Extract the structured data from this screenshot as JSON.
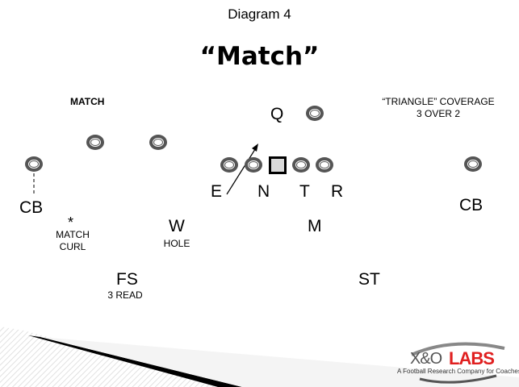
{
  "header": {
    "diagram_number": "Diagram 4",
    "title": "“Match”"
  },
  "notes": {
    "left": "MATCH",
    "right_line1": "“TRIANGLE”  COVERAGE",
    "right_line2": "3 OVER 2"
  },
  "offense": {
    "qb_label": "Q",
    "line_labels": [
      "E",
      "N",
      "T",
      "R"
    ]
  },
  "defense": {
    "cb_left": "CB",
    "cb_right": "CB",
    "cb_left_asterisk": "*",
    "cb_left_assignment_1": "MATCH",
    "cb_left_assignment_2": "CURL",
    "w_label": "W",
    "w_assignment": "HOLE",
    "m_label": "M",
    "fs_label": "FS",
    "fs_assignment": "3 READ",
    "st_label": "ST"
  },
  "logo": {
    "brand_left": "X&O",
    "brand_right": "LABS",
    "tagline": "A Football Research Company for Coaches",
    "accent_color": "#e02020",
    "dark_color": "#555555"
  }
}
